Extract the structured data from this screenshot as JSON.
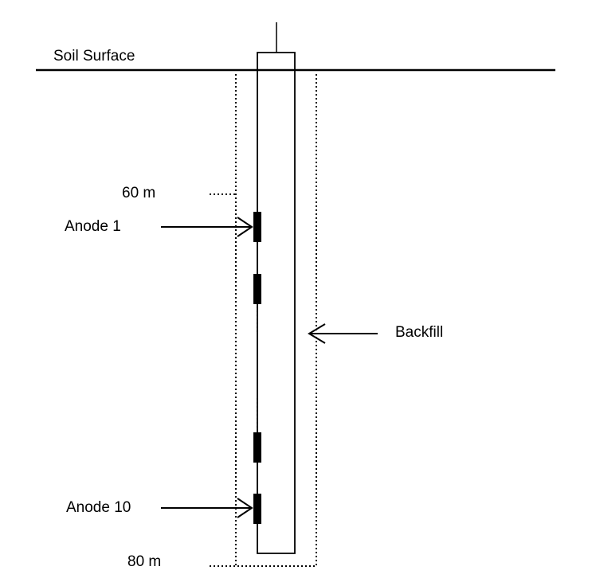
{
  "labels": {
    "soil_surface": "Soil Surface",
    "depth_top": "60 m",
    "depth_bottom": "80 m",
    "anode_first": "Anode 1",
    "anode_last": "Anode 10",
    "backfill": "Backfill"
  }
}
